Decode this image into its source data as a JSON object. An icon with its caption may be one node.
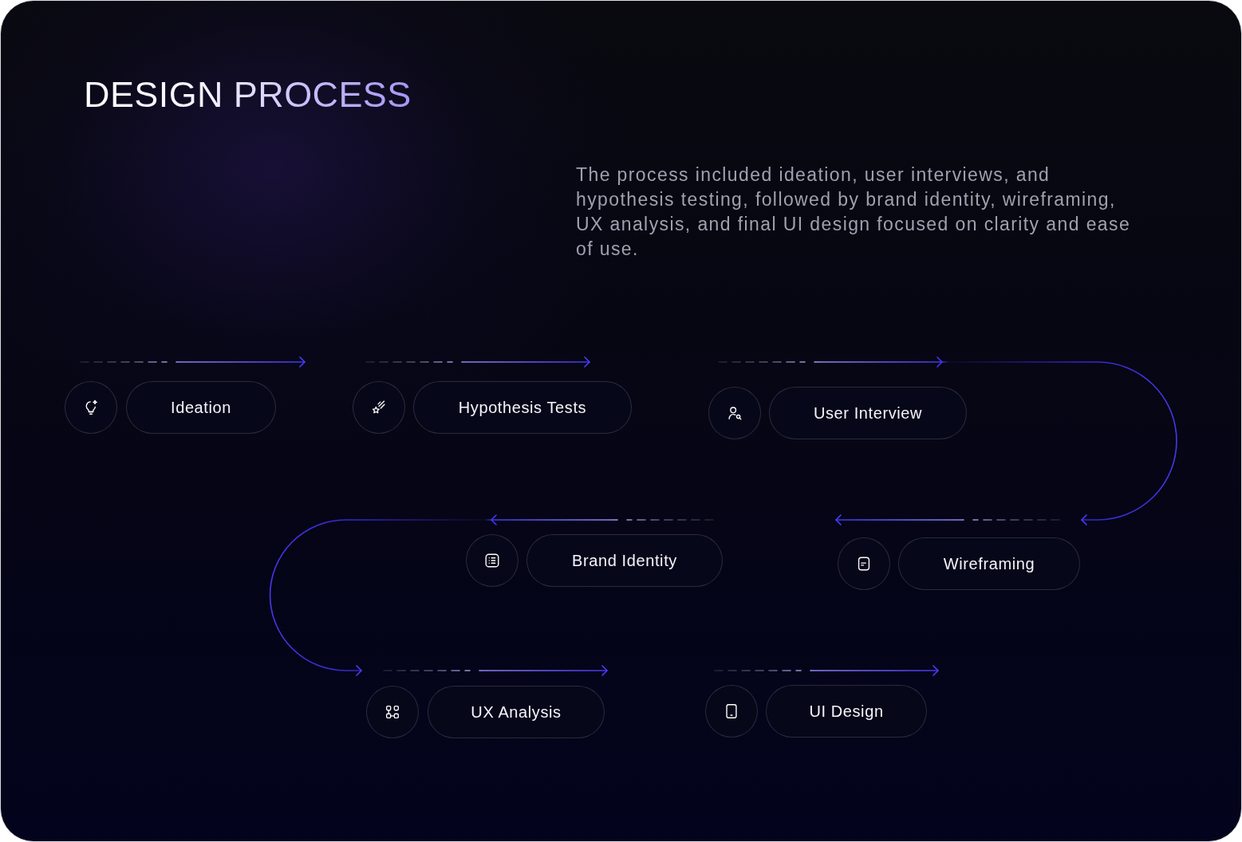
{
  "diagram": {
    "title": "DESIGN PROCESS",
    "nodes": [
      {
        "text": [
          "Ideation"
        ]
      },
      {
        "text": [
          "Hypothesis Tests"
        ]
      },
      {
        "text": [
          "User Interview"
        ]
      },
      {
        "text": [
          "Brand Identity"
        ]
      },
      {
        "text": [
          "Wireframing"
        ]
      },
      {
        "text": [
          "UX Analysis"
        ]
      },
      {
        "text": [
          "UI Design"
        ]
      }
    ],
    "edges": [
      {
        "from": 2,
        "to": 4,
        "arrow": "to"
      },
      {
        "from": 3,
        "to": 5,
        "arrow": "to"
      }
    ],
    "labels": [
      "The process included ideation, user interviews, and hypothesis testing, followed by brand identity, wireframing, UX analysis, and final UI design focused on clarity and ease of use."
    ]
  }
}
